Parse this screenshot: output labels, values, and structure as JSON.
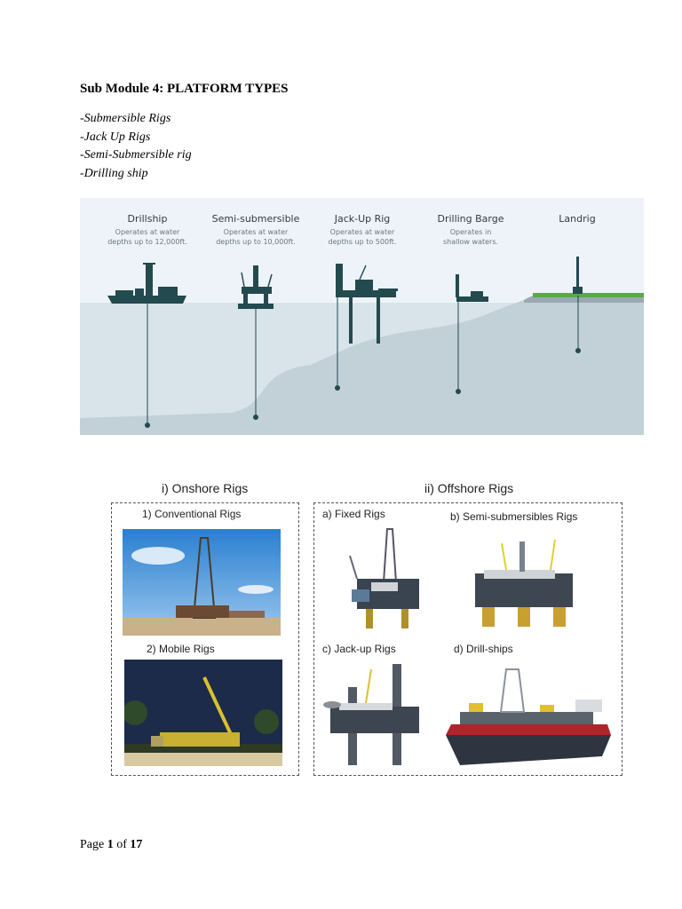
{
  "document": {
    "heading": "Sub Module 4: PLATFORM TYPES",
    "bullets": [
      "-Submersible Rigs",
      "-Jack Up Rigs",
      "-Semi-Submersible rig",
      "-Drilling ship"
    ]
  },
  "rig_figure": {
    "rigs": [
      {
        "title": "Drillship",
        "desc1": "Operates at water",
        "desc2": "depths up to 12,000ft."
      },
      {
        "title": "Semi-submersible",
        "desc1": "Operates at water",
        "desc2": "depths up to 10,000ft."
      },
      {
        "title": "Jack-Up Rig",
        "desc1": "Operates at water",
        "desc2": "depths up to 500ft."
      },
      {
        "title": "Drilling Barge",
        "desc1": "Operates in",
        "desc2": "shallow waters."
      },
      {
        "title": "Landrig",
        "desc1": "",
        "desc2": ""
      }
    ],
    "colors": {
      "sky": "#eef3f9",
      "water": "#d8e3ea",
      "seabed": "#c2d0d7",
      "rig": "#234a4f",
      "land": "#5aa84a"
    }
  },
  "classification": {
    "onshore": {
      "title": "i) Onshore Rigs",
      "items": [
        "1) Conventional Rigs",
        "2) Mobile Rigs"
      ]
    },
    "offshore": {
      "title": "ii) Offshore Rigs",
      "items": [
        "a) Fixed Rigs",
        "b) Semi-submersibles Rigs",
        "c) Jack-up Rigs",
        "d) Drill-ships"
      ]
    }
  },
  "footer": {
    "prefix": "Page ",
    "page": "1",
    "mid": " of ",
    "total": "17"
  }
}
